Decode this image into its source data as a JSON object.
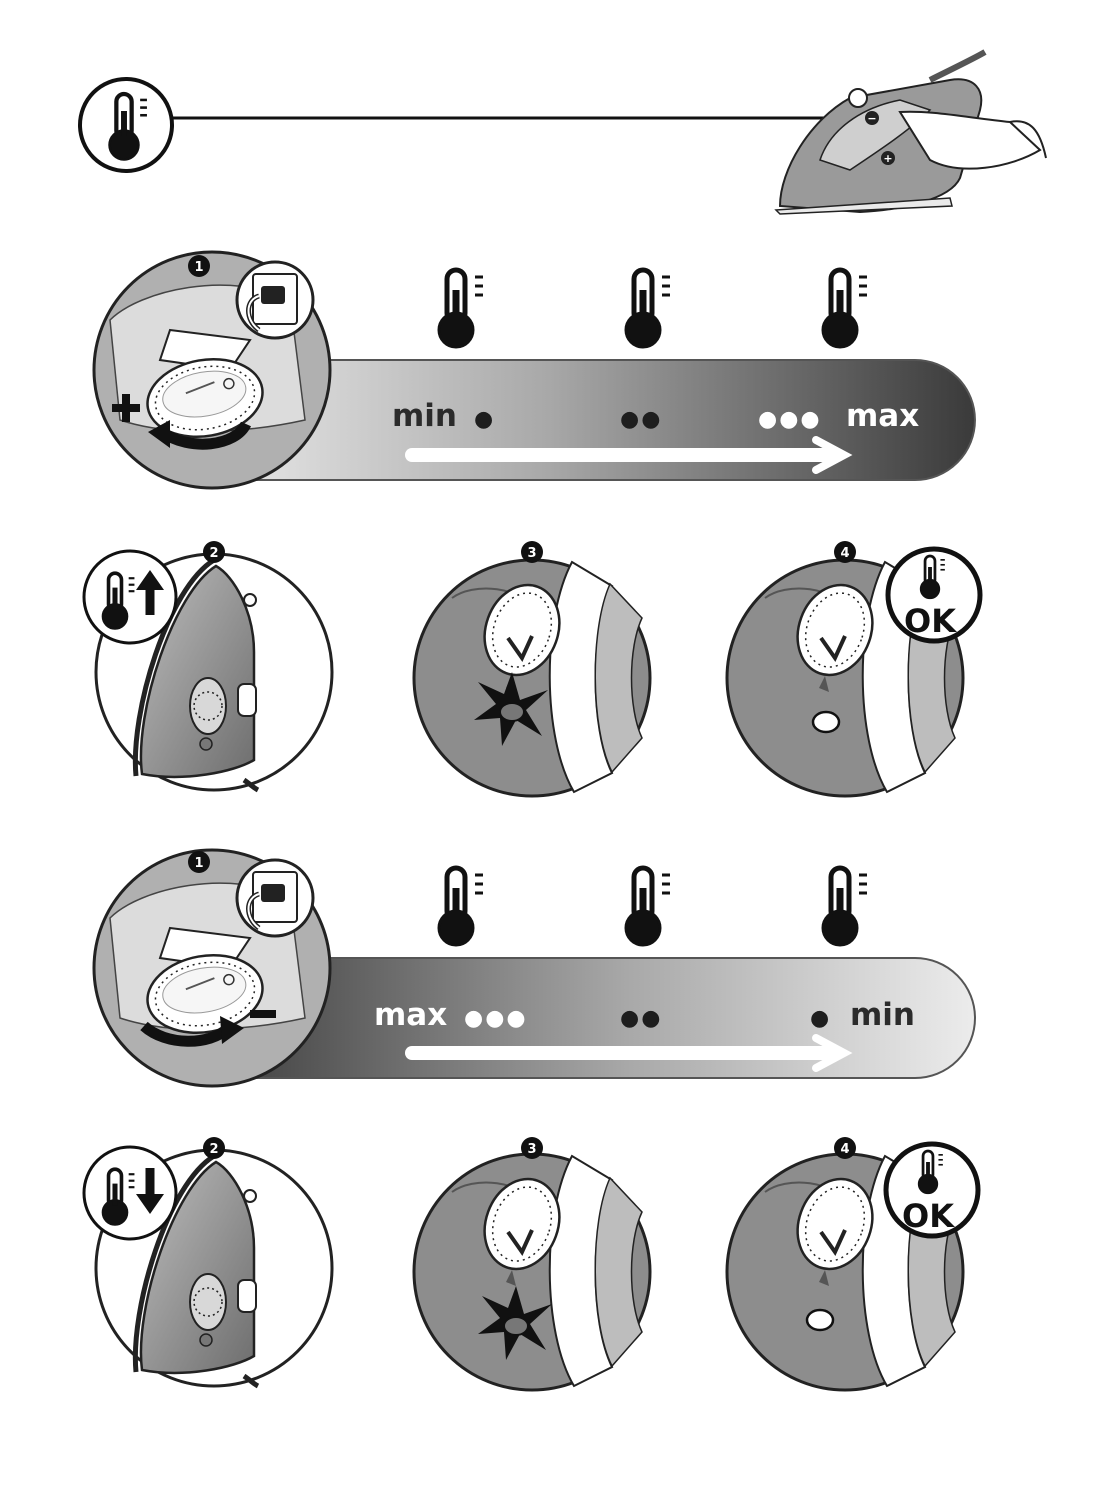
{
  "header": {
    "icon": "thermometer-icon"
  },
  "colors": {
    "dark": "#3a3a3a",
    "mid": "#8a8a8a",
    "light": "#d4d4d4",
    "outline": "#222222"
  },
  "sections": [
    {
      "id": "increase",
      "steps": [
        {
          "number": "1",
          "badge_icon": "plug-socket-icon",
          "action_icon": "plus-icon"
        },
        {
          "number": "2",
          "badge_icon": "thermometer-up-icon"
        },
        {
          "number": "3",
          "indicator": "light-on"
        },
        {
          "number": "4",
          "badge_icon": "thermometer-ok-icon",
          "badge_text": "OK"
        }
      ],
      "scale": {
        "start_label": "min",
        "end_label": "max",
        "dots": [
          "●",
          "●●",
          "●●●"
        ]
      }
    },
    {
      "id": "decrease",
      "steps": [
        {
          "number": "1",
          "badge_icon": "plug-socket-icon",
          "action_icon": "minus-icon"
        },
        {
          "number": "2",
          "badge_icon": "thermometer-down-icon"
        },
        {
          "number": "3",
          "indicator": "light-on"
        },
        {
          "number": "4",
          "badge_icon": "thermometer-ok-icon",
          "badge_text": "OK"
        }
      ],
      "scale": {
        "start_label": "max",
        "end_label": "min",
        "dots": [
          "●●●",
          "●●",
          "●"
        ]
      }
    }
  ]
}
